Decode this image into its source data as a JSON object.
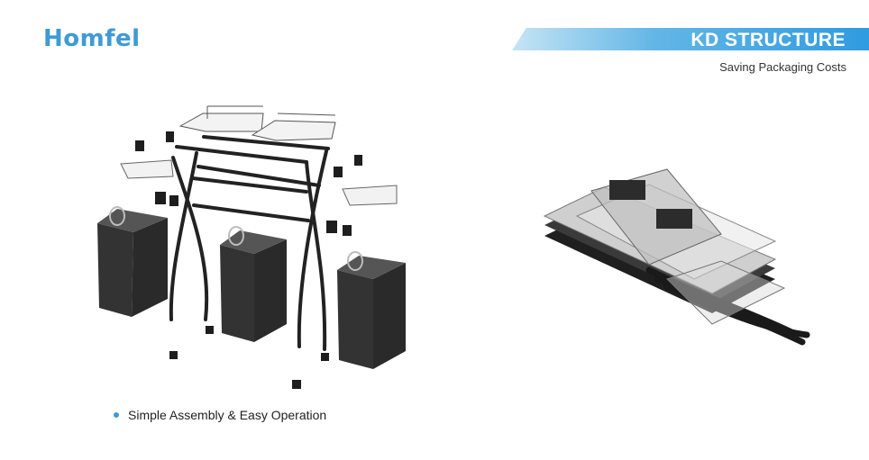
{
  "brand": {
    "logo_text": "Homfel",
    "accent_color": "#3f9ad6"
  },
  "header": {
    "title": "KD STRUCTURE",
    "subtitle": "Saving Packaging Costs"
  },
  "features": [
    {
      "label": "Simple Assembly & Easy Operation"
    }
  ],
  "illustrations": {
    "left": "exploded-laundry-hamper-parts",
    "right": "flat-packed-hamper-bundle"
  }
}
